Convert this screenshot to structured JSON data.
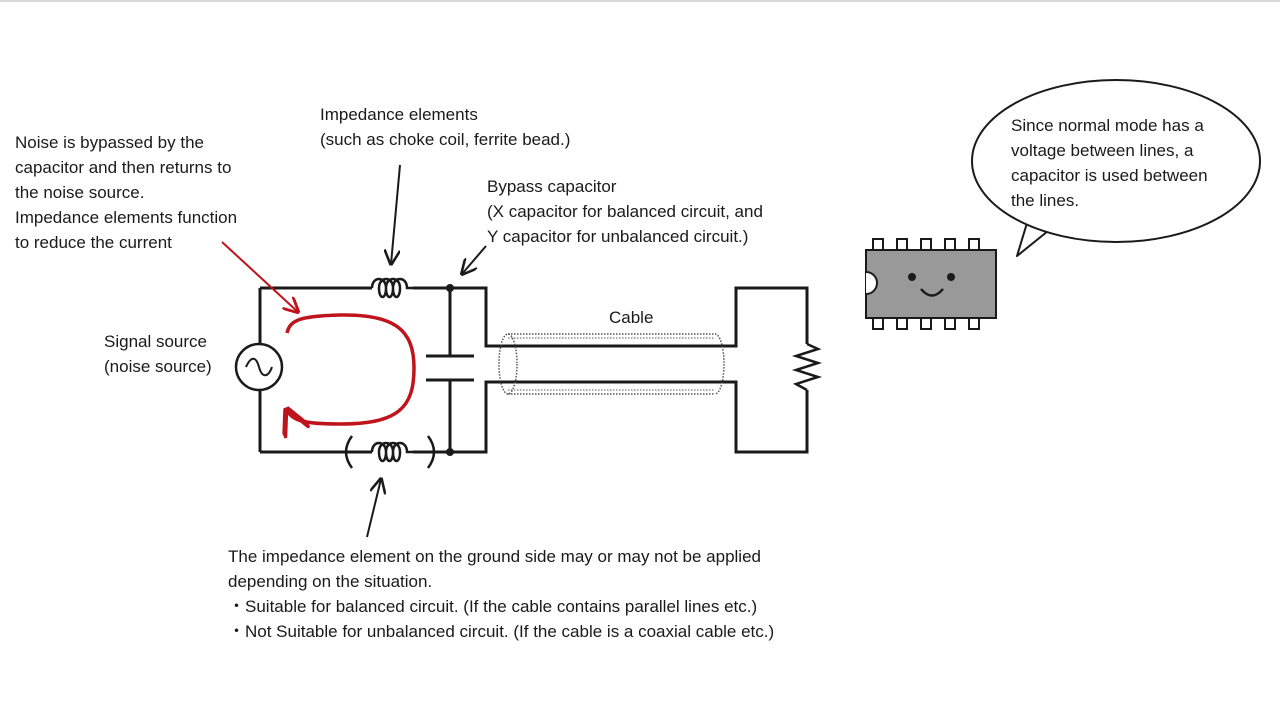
{
  "notes": {
    "noise_path": [
      "Noise is bypassed by the",
      "capacitor and then returns to",
      "the noise source.",
      "Impedance elements function",
      "to reduce the current"
    ],
    "impedance_elements": [
      "Impedance elements",
      "(such as choke coil, ferrite bead.)"
    ],
    "bypass_capacitor": [
      "Bypass capacitor",
      "(X capacitor for balanced circuit, and",
      "Y capacitor for unbalanced circuit.)"
    ],
    "signal_source": [
      "Signal source",
      "(noise source)"
    ],
    "cable": "Cable",
    "ground_side": [
      "The impedance element on the ground side may or may not be applied",
      "depending on the situation.",
      "・Suitable for balanced circuit. (If the cable contains parallel lines etc.)",
      "・Not Suitable for unbalanced circuit. (If the cable is a coaxial cable etc.)"
    ],
    "speech_bubble": [
      "Since normal mode has a",
      "voltage between lines, a",
      "capacitor is used between",
      "the lines."
    ]
  },
  "colors": {
    "wire": "#1a1a1a",
    "noise_current": "#c0141c",
    "chip_body": "#999999"
  }
}
